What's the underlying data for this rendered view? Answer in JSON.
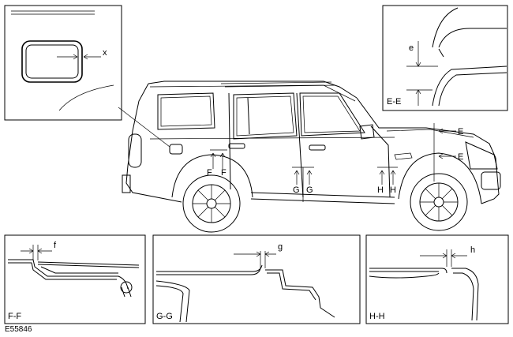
{
  "figure_id": "E55846",
  "insets": {
    "fuel_door": {
      "dim_label": "x"
    },
    "ee": {
      "title": "E-E",
      "dim_label": "e"
    },
    "ff": {
      "title": "F-F",
      "dim_label": "f"
    },
    "gg": {
      "title": "G-G",
      "dim_label": "g"
    },
    "hh": {
      "title": "H-H",
      "dim_label": "h"
    }
  },
  "vehicle_markers": {
    "f_left": "F",
    "f_right": "F",
    "g_left": "G",
    "g_right": "G",
    "h_left": "H",
    "h_right": "H",
    "e_top": "E",
    "e_bottom": "E"
  }
}
